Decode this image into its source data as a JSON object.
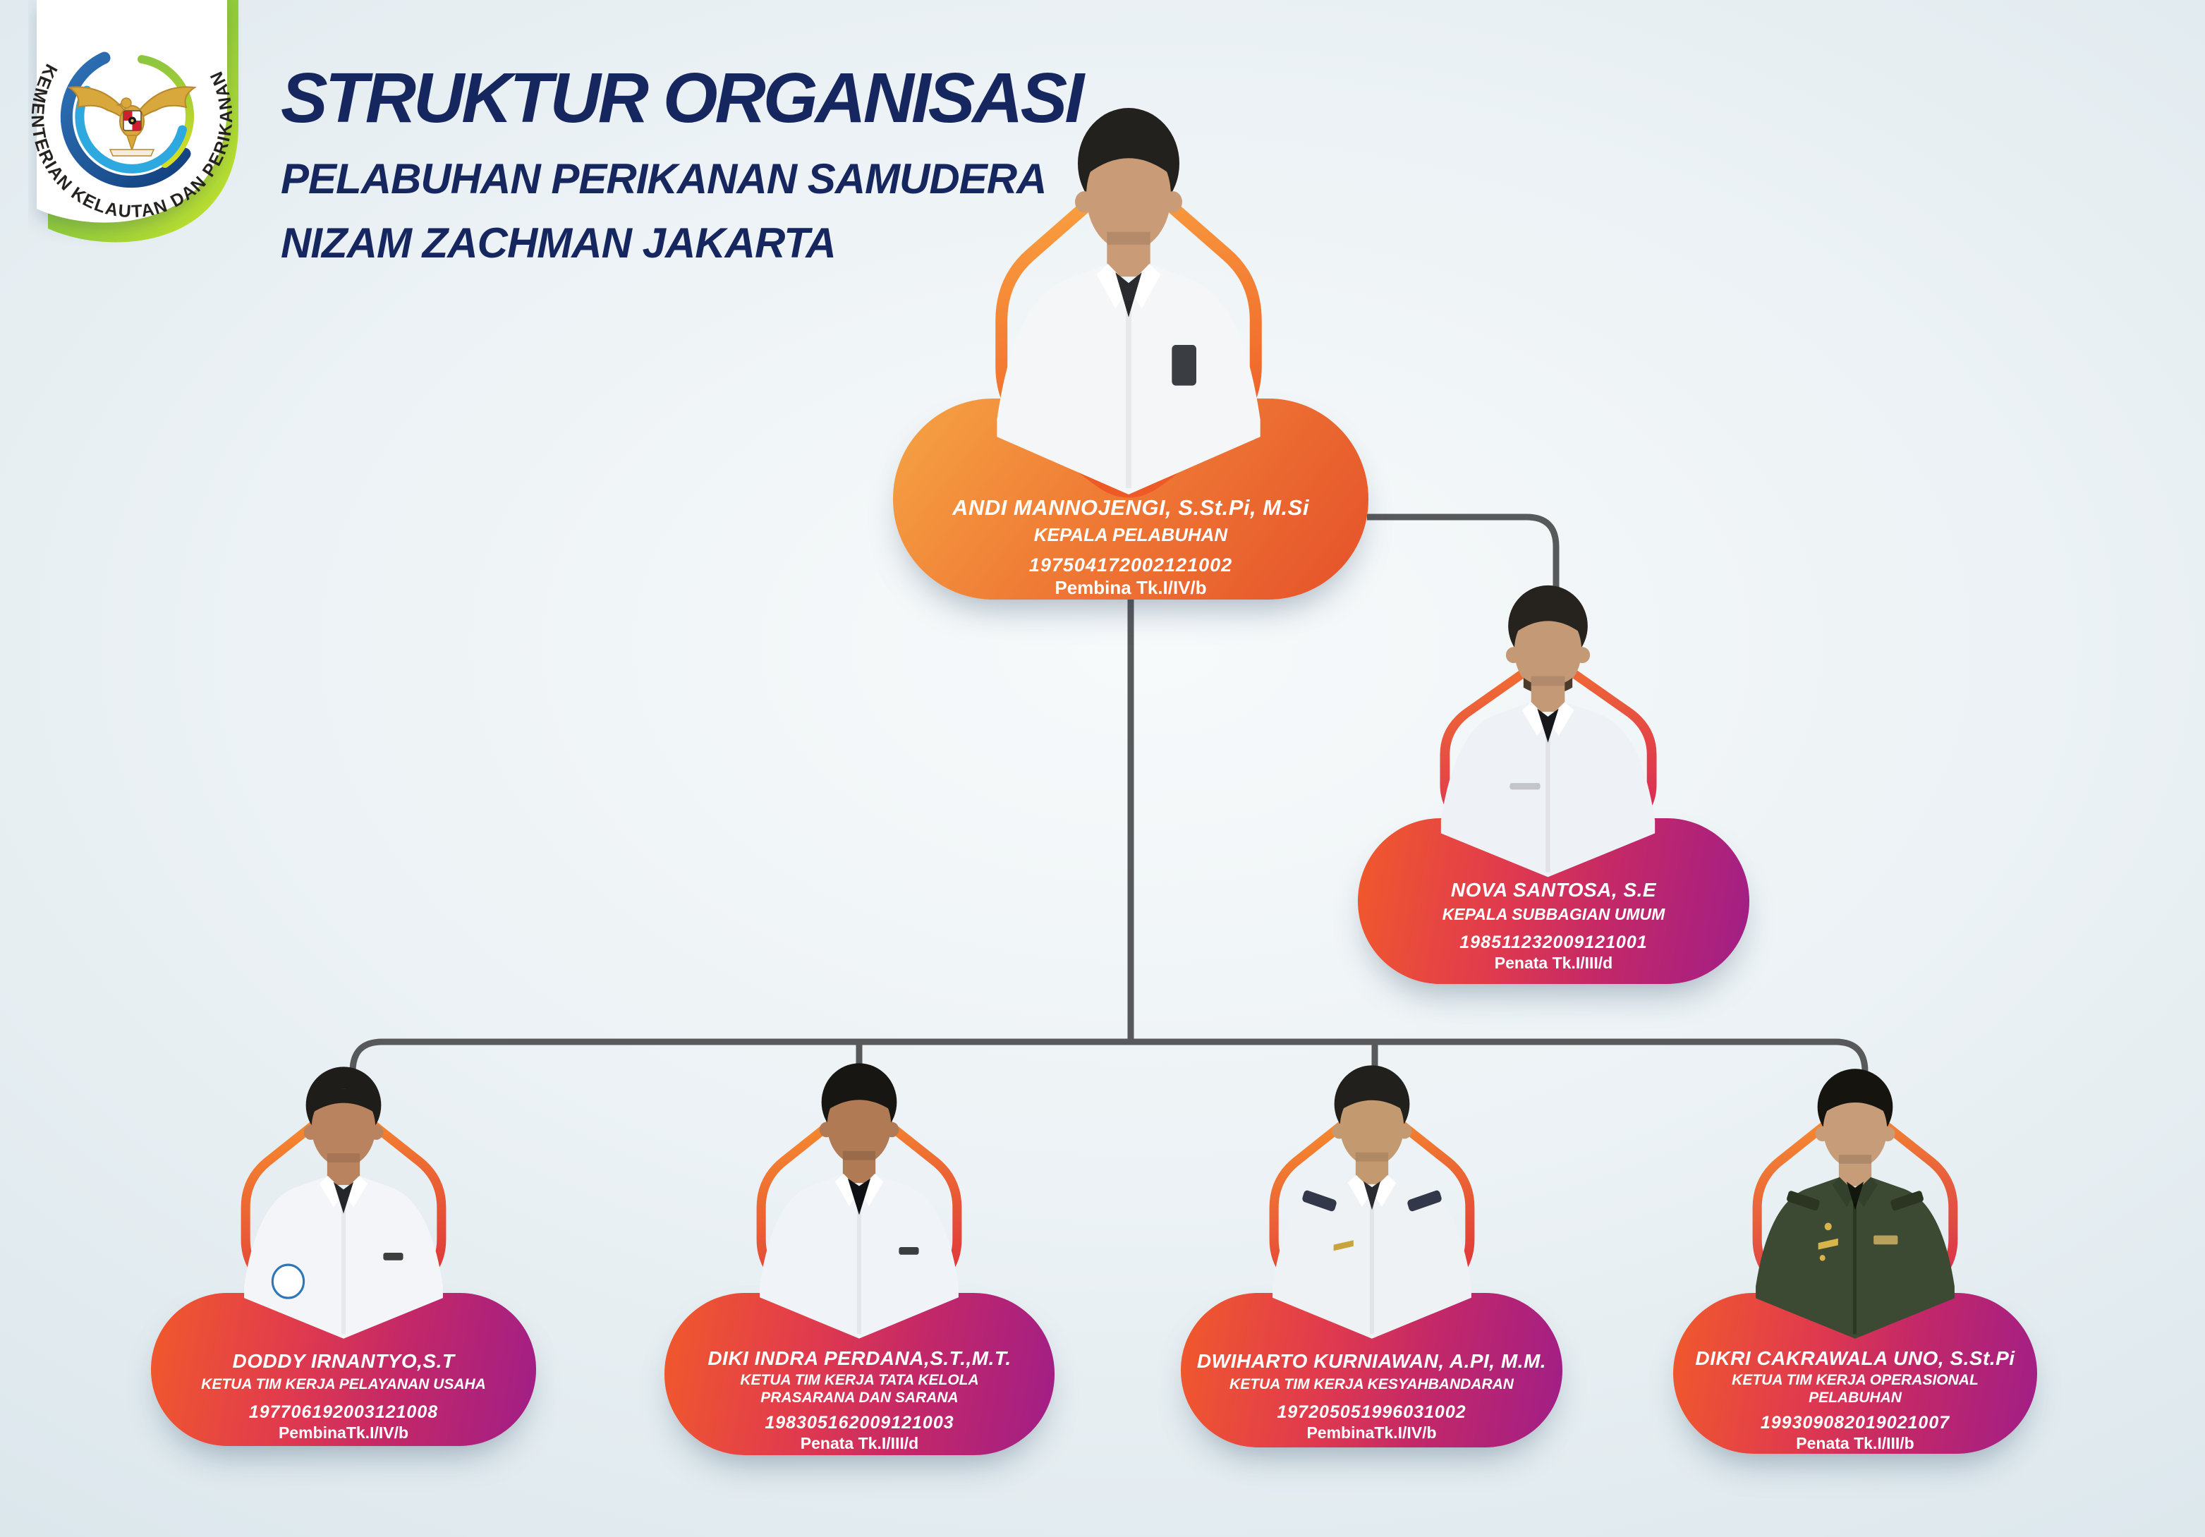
{
  "header": {
    "title": "STRUKTUR ORGANISASI",
    "subtitle1": "PELABUHAN PERIKANAN SAMUDERA",
    "subtitle2": "NIZAM ZACHMAN JAKARTA",
    "badge_text": "KEMENTERIAN KELAUTAN DAN PERIKANAN"
  },
  "nodes": [
    {
      "id": "kepala-pelabuhan",
      "name": "ANDI MANNOJENGI, S.St.Pi, M.Si",
      "role": "KEPALA PELABUHAN",
      "nip": "197504172002121002",
      "rank": "Pembina Tk.I/IV/b"
    },
    {
      "id": "kepala-subbagian-umum",
      "name": "NOVA SANTOSA, S.E",
      "role": "KEPALA SUBBAGIAN UMUM",
      "nip": "198511232009121001",
      "rank": "Penata Tk.I/III/d"
    },
    {
      "id": "ketua-tim-pelayanan-usaha",
      "name": "DODDY IRNANTYO,S.T",
      "role": "KETUA TIM KERJA PELAYANAN USAHA",
      "nip": "197706192003121008",
      "rank": "PembinaTk.I/IV/b"
    },
    {
      "id": "ketua-tim-tata-kelola",
      "name": "DIKI INDRA PERDANA,S.T.,M.T.",
      "role": "KETUA TIM KERJA TATA KELOLA PRASARANA DAN SARANA",
      "nip": "198305162009121003",
      "rank": "Penata Tk.I/III/d"
    },
    {
      "id": "ketua-tim-kesyahbandaran",
      "name": "DWIHARTO KURNIAWAN, A.PI, M.M.",
      "role": "KETUA TIM KERJA KESYAHBANDARAN",
      "nip": "197205051996031002",
      "rank": "PembinaTk.I/IV/b"
    },
    {
      "id": "ketua-tim-operasional",
      "name": "DIKRI CAKRAWALA UNO, S.St.Pi",
      "role": "KETUA TIM KERJA OPERASIONAL PELABUHAN",
      "nip": "199309082019021007",
      "rank": "Penata Tk.I/III/b"
    }
  ],
  "colors": {
    "title_navy": "#16265e",
    "connector_gray": "#58595b",
    "card_orange_start": "#f6a444",
    "card_orange_end": "#e5512a",
    "card_magenta_start": "#f15a2b",
    "card_magenta_end": "#a01e87",
    "frame_orange": "#f8952c",
    "frame_red": "#dd2d3d",
    "background": "#e4edf2"
  }
}
